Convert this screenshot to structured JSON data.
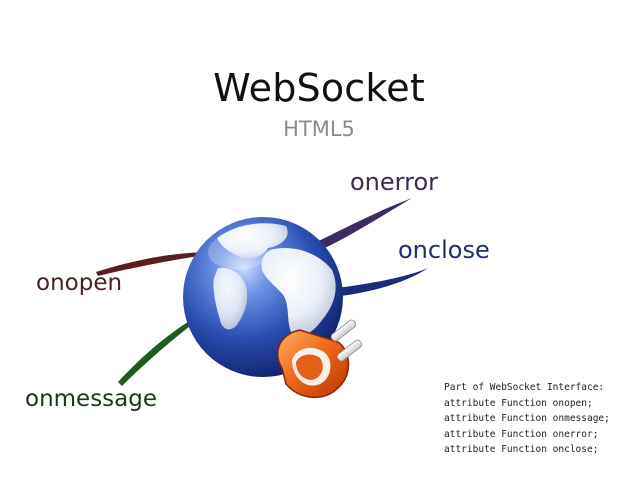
{
  "title": "WebSocket",
  "subtitle": "HTML5",
  "events": {
    "onerror": "onerror",
    "onclose": "onclose",
    "onopen": "onopen",
    "onmessage": "onmessage"
  },
  "interface_box": {
    "lines": [
      "Part of WebSocket Interface:",
      "attribute Function onopen;",
      "attribute Function onmessage;",
      "attribute Function onerror;",
      "attribute Function onclose;"
    ]
  },
  "icons": {
    "globe": "globe-icon",
    "plug": "power-plug-icon"
  },
  "colors": {
    "onerror_swoosh": "#3f2b5e",
    "onclose_swoosh": "#1e2a7a",
    "onopen_swoosh": "#5a1e1e",
    "onmessage_swoosh": "#1f5a1f",
    "globe_ocean": "#2b4fb0",
    "plug_orange": "#e85a1a"
  }
}
